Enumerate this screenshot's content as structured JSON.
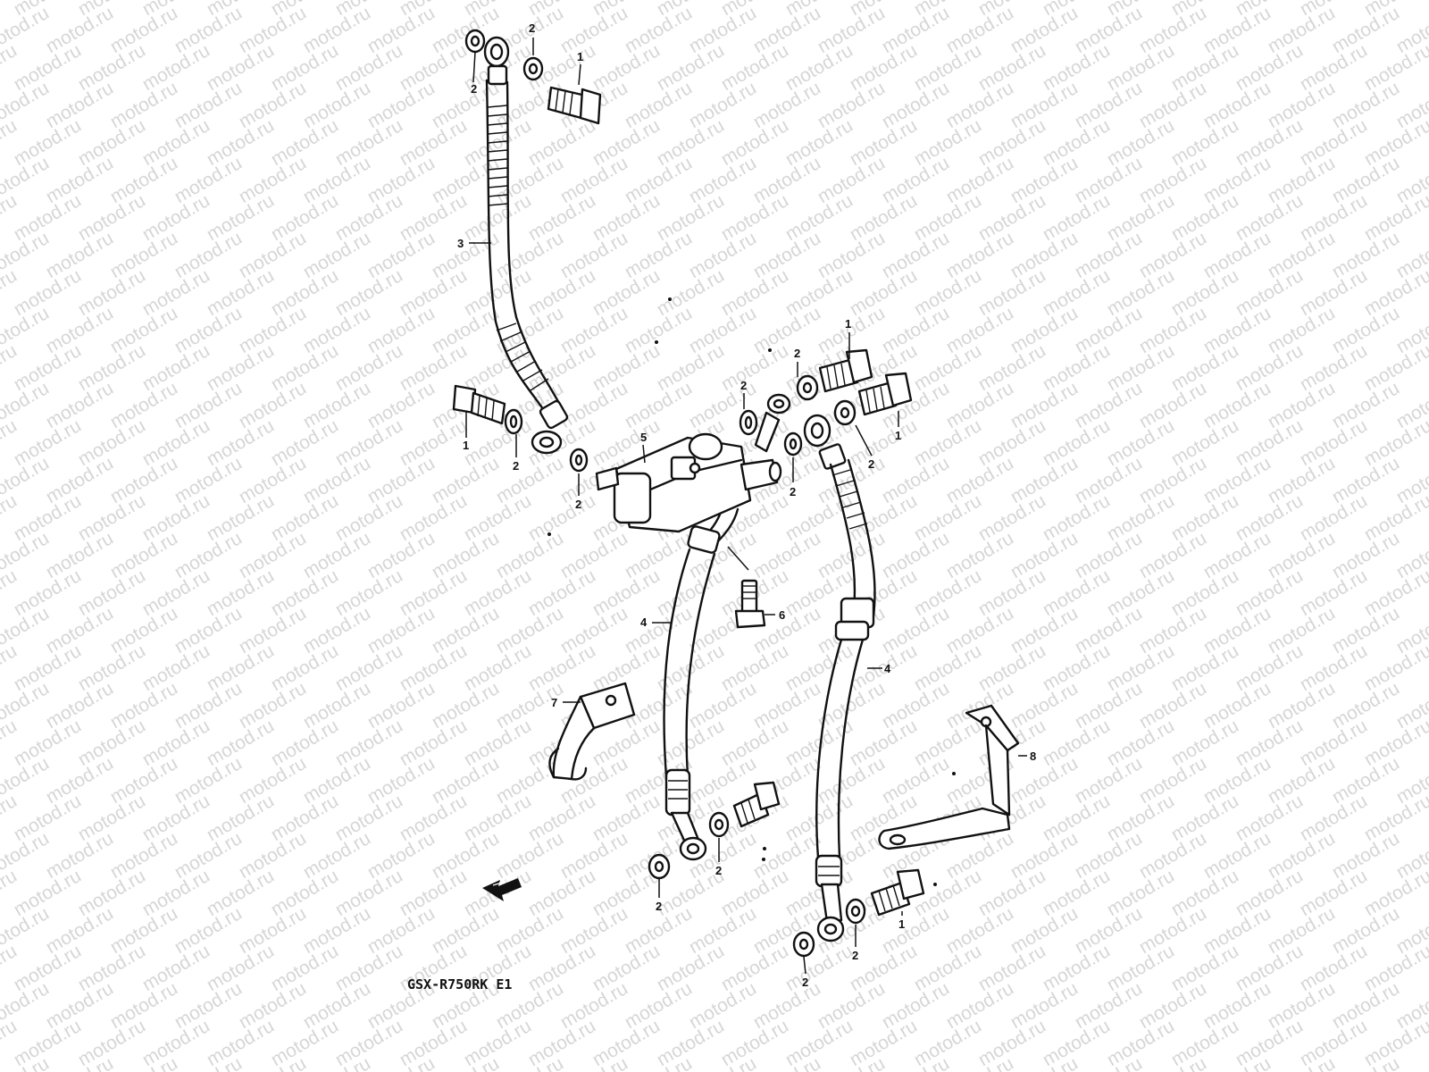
{
  "watermark": "motod.ru",
  "model_label": "GSX-R750RK E1",
  "part_numbers": {
    "bolt": "1",
    "washer": "2",
    "hose_upper": "3",
    "hose_lower": "4",
    "joint": "5",
    "screw": "6",
    "clamp_left": "7",
    "clamp_right": "8"
  },
  "icons": [
    "front-direction-arrow-icon"
  ]
}
